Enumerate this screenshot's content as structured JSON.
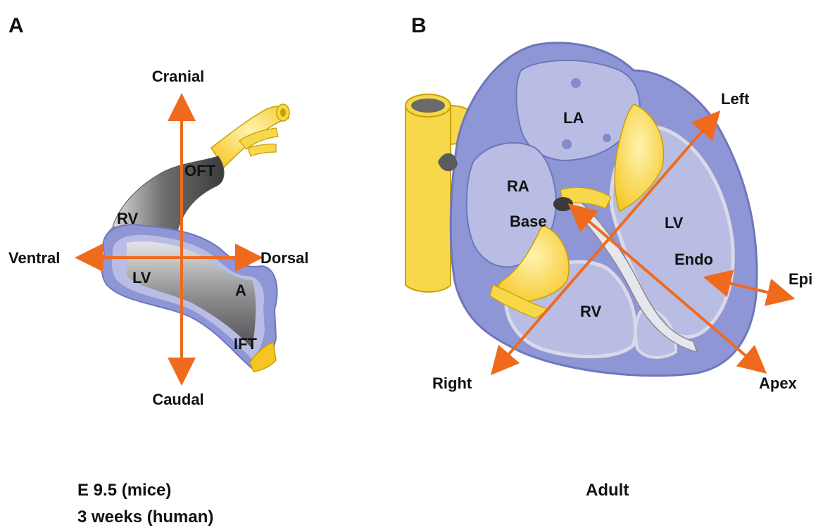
{
  "panels": {
    "a": {
      "letter": "A",
      "axes": {
        "cranial": "Cranial",
        "caudal": "Caudal",
        "ventral": "Ventral",
        "dorsal": "Dorsal"
      },
      "regions": {
        "oft": "OFT",
        "rv": "RV",
        "lv": "LV",
        "a": "A",
        "ift": "IFT"
      },
      "caption_line1": "E 9.5 (mice)",
      "caption_line2": "3 weeks (human)"
    },
    "b": {
      "letter": "B",
      "axes": {
        "left": "Left",
        "right": "Right",
        "apex": "Apex",
        "base": "Base",
        "endo": "Endo",
        "epi": "Epi"
      },
      "regions": {
        "la": "LA",
        "ra": "RA",
        "lv": "LV",
        "rv": "RV"
      },
      "caption": "Adult"
    }
  },
  "colors": {
    "arrow": "#f06a1e",
    "tissue_blue": "#8f96d6",
    "tissue_blue_dark": "#6e76bc",
    "chamber_blue": "#b9bde3",
    "valve_yellow": "#f5c623",
    "vessel_yellow": "#f7d84a",
    "tube_grey": "#8a8a8a"
  }
}
